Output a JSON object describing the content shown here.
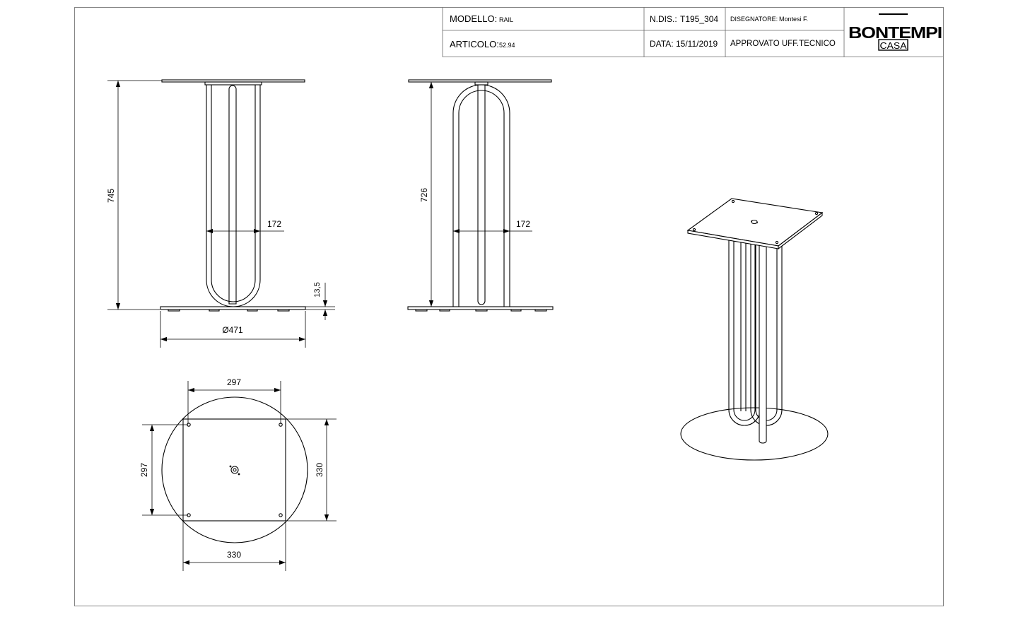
{
  "title_block": {
    "modello_label": "MODELLO:",
    "modello_value": "RAIL",
    "ndis_label": "N.DIS.:",
    "ndis_value": "T195_304",
    "disegnatore_label": "DISEGNATORE:",
    "disegnatore_value": "Montesi F.",
    "articolo_label": "ARTICOLO:",
    "articolo_value": "52.94",
    "data_label": "DATA:",
    "data_value": "15/11/2019",
    "approvato": "APPROVATO UFF.TECNICO"
  },
  "logo": {
    "top": "BONTEMPI",
    "bottom": "CASA"
  },
  "dimensions": {
    "front_height": "745",
    "front_tube_width": "172",
    "base_thickness": "13,5",
    "base_diameter": "Ø471",
    "side_height": "726",
    "side_tube_width": "172",
    "plate_top_width": "297",
    "plate_bottom_width": "330",
    "plate_left_height": "297",
    "plate_right_height": "330"
  },
  "colors": {
    "line": "#000000",
    "frame": "#666666",
    "background": "#ffffff"
  }
}
